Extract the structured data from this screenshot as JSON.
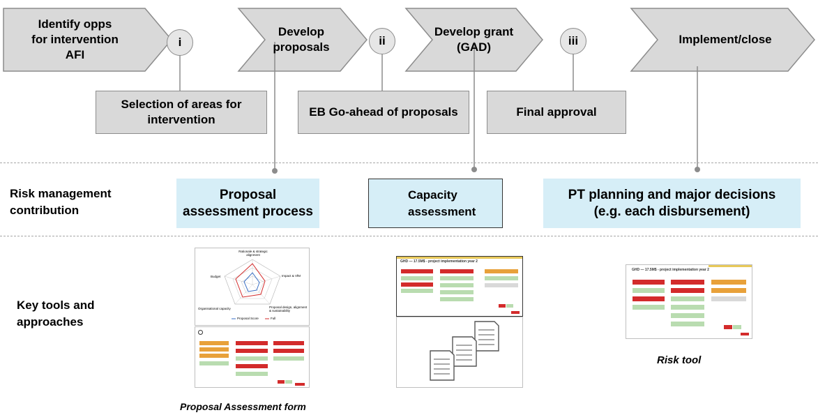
{
  "process": {
    "steps": [
      {
        "label": "Identify opps\nfor intervention\nAFI"
      },
      {
        "label": "Develop\nproposals"
      },
      {
        "label": "Develop grant\n(GAD)"
      },
      {
        "label": "Implement/close"
      }
    ],
    "gates": [
      {
        "marker": "i",
        "label": "Selection of areas for\nintervention"
      },
      {
        "marker": "ii",
        "label": "EB Go-ahead of proposals"
      },
      {
        "marker": "iii",
        "label": "Final approval"
      }
    ]
  },
  "rows": {
    "risk_label": "Risk management\ncontribution",
    "tools_label": "Key tools and\napproaches"
  },
  "contributions": [
    {
      "label": "Proposal\nassessment process"
    },
    {
      "label": "Capacity\nassessment"
    },
    {
      "label": "PT planning and major decisions\n(e.g. each disbursement)"
    }
  ],
  "tools": {
    "proposal_caption": "Proposal Assessment form",
    "risk_caption": "Risk tool",
    "radar": {
      "axes": [
        "Rationale & strategic alignment",
        "Impact & VfM",
        "Proposal design, alignment & sustainability",
        "Organisational capacity",
        "Budget"
      ],
      "legend": [
        "Proposal Score",
        "Full"
      ]
    },
    "slide_title_1": "GHD — 17.5M$ - project implementation year 2",
    "slide_title_2": "GHD — 17.5M$ - project implementation year 2"
  },
  "colors": {
    "chevron": "#d9d9d9",
    "chevron_border": "#8c8c8c",
    "contribution_fill": "#d6eef7",
    "red": "#d32b2b",
    "orange": "#e8a13a",
    "green": "#b9dcb0"
  }
}
